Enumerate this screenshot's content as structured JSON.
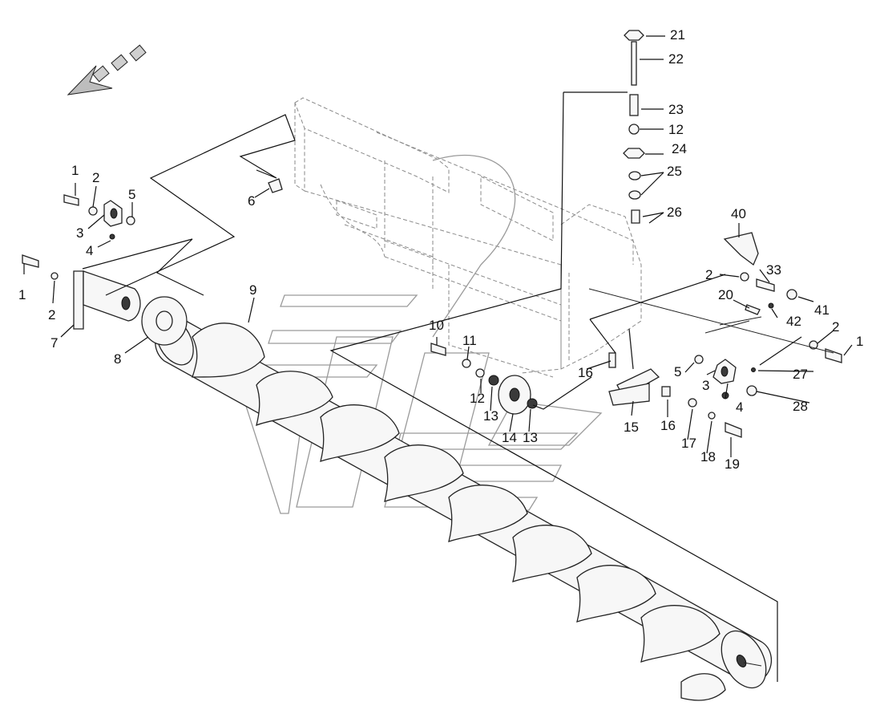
{
  "callouts": {
    "c1a": "1",
    "c1b": "1",
    "c1c": "1",
    "c2a": "2",
    "c2b": "2",
    "c2c": "2",
    "c2d": "2",
    "c3a": "3",
    "c3b": "3",
    "c4a": "4",
    "c4b": "4",
    "c5a": "5",
    "c5b": "5",
    "c6": "6",
    "c7": "7",
    "c8": "8",
    "c9": "9",
    "c10": "10",
    "c11": "11",
    "c12a": "12",
    "c12b": "12",
    "c13a": "13",
    "c13b": "13",
    "c14": "14",
    "c15": "15",
    "c16a": "16",
    "c16b": "16",
    "c17": "17",
    "c18": "18",
    "c19": "19",
    "c20": "20",
    "c21": "21",
    "c22": "22",
    "c23": "23",
    "c24": "24",
    "c25": "25",
    "c26": "26",
    "c27": "27",
    "c28": "28",
    "c33": "33",
    "c40": "40",
    "c41": "41",
    "c42": "42"
  },
  "colors": {
    "line": "#111111",
    "ghost": "#9a9a9a",
    "fill": "#f7f7f7",
    "direction_arrow": "#bbbbbb"
  },
  "icons": {
    "direction": "travel-direction-arrow-icon"
  }
}
